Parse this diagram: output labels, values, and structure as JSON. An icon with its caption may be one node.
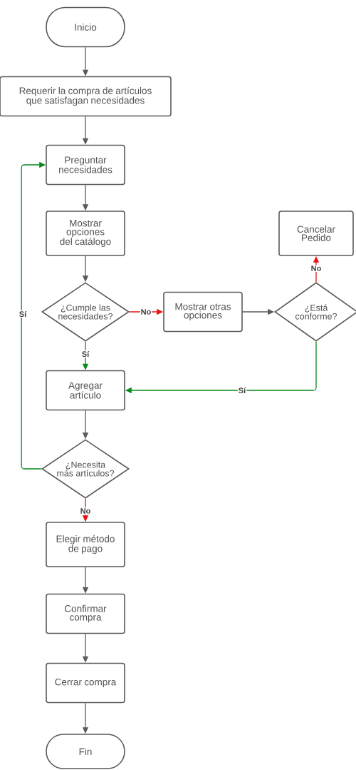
{
  "diagram": {
    "nodes": [
      {
        "text": [
          "Inicio"
        ]
      },
      {
        "text": [
          "Requerir la compra de artículos que satisfagan necesidades"
        ]
      },
      {
        "text": [
          "Preguntar necesidades"
        ]
      },
      {
        "text": [
          "Mostrar opciones del catálogo"
        ]
      },
      {
        "text": [
          "¿Cumple las necesidades?"
        ]
      },
      {
        "text": [
          "Mostrar otras opciones"
        ]
      },
      {
        "text": [
          "Cancelar Pedido"
        ]
      },
      {
        "text": [
          "¿Está conforme?"
        ]
      },
      {
        "text": [
          "Agregar artículo"
        ]
      },
      {
        "text": [
          "¿Necesita más artículos?"
        ]
      },
      {
        "text": [
          "Elegir método de pago"
        ]
      },
      {
        "text": [
          "Confirmar compra"
        ]
      },
      {
        "text": [
          "Cerrar compra"
        ]
      },
      {
        "text": [
          "Fin"
        ]
      }
    ],
    "edges": [
      {
        "from": 0,
        "to": 1,
        "arrow": "to"
      },
      {
        "from": 1,
        "to": 2,
        "arrow": "to"
      },
      {
        "from": 2,
        "to": 3,
        "arrow": "to"
      },
      {
        "from": 3,
        "to": 4,
        "arrow": "to"
      },
      {
        "from": 4,
        "to": 5,
        "arrow": "to",
        "label": "No",
        "color": "#e81313"
      },
      {
        "from": 5,
        "to": 7,
        "arrow": "to"
      },
      {
        "from": 7,
        "to": 6,
        "arrow": "to",
        "label": "No",
        "color": "#e81313"
      },
      {
        "from": 7,
        "to": 8,
        "arrow": "to",
        "label": "Sí",
        "color": "#0a8a1a"
      },
      {
        "from": 4,
        "to": 8,
        "arrow": "to",
        "label": "Sí",
        "color": "#0a8a1a"
      },
      {
        "from": 8,
        "to": 9,
        "arrow": "to"
      },
      {
        "from": 9,
        "to": 2,
        "arrow": "to",
        "label": "Sí",
        "color": "#0a8a1a"
      },
      {
        "from": 9,
        "to": 10,
        "arrow": "to",
        "label": "No",
        "color": "#e81313"
      },
      {
        "from": 10,
        "to": 11,
        "arrow": "to"
      },
      {
        "from": 11,
        "to": 12,
        "arrow": "to"
      },
      {
        "from": 12,
        "to": 13,
        "arrow": "to"
      }
    ]
  }
}
